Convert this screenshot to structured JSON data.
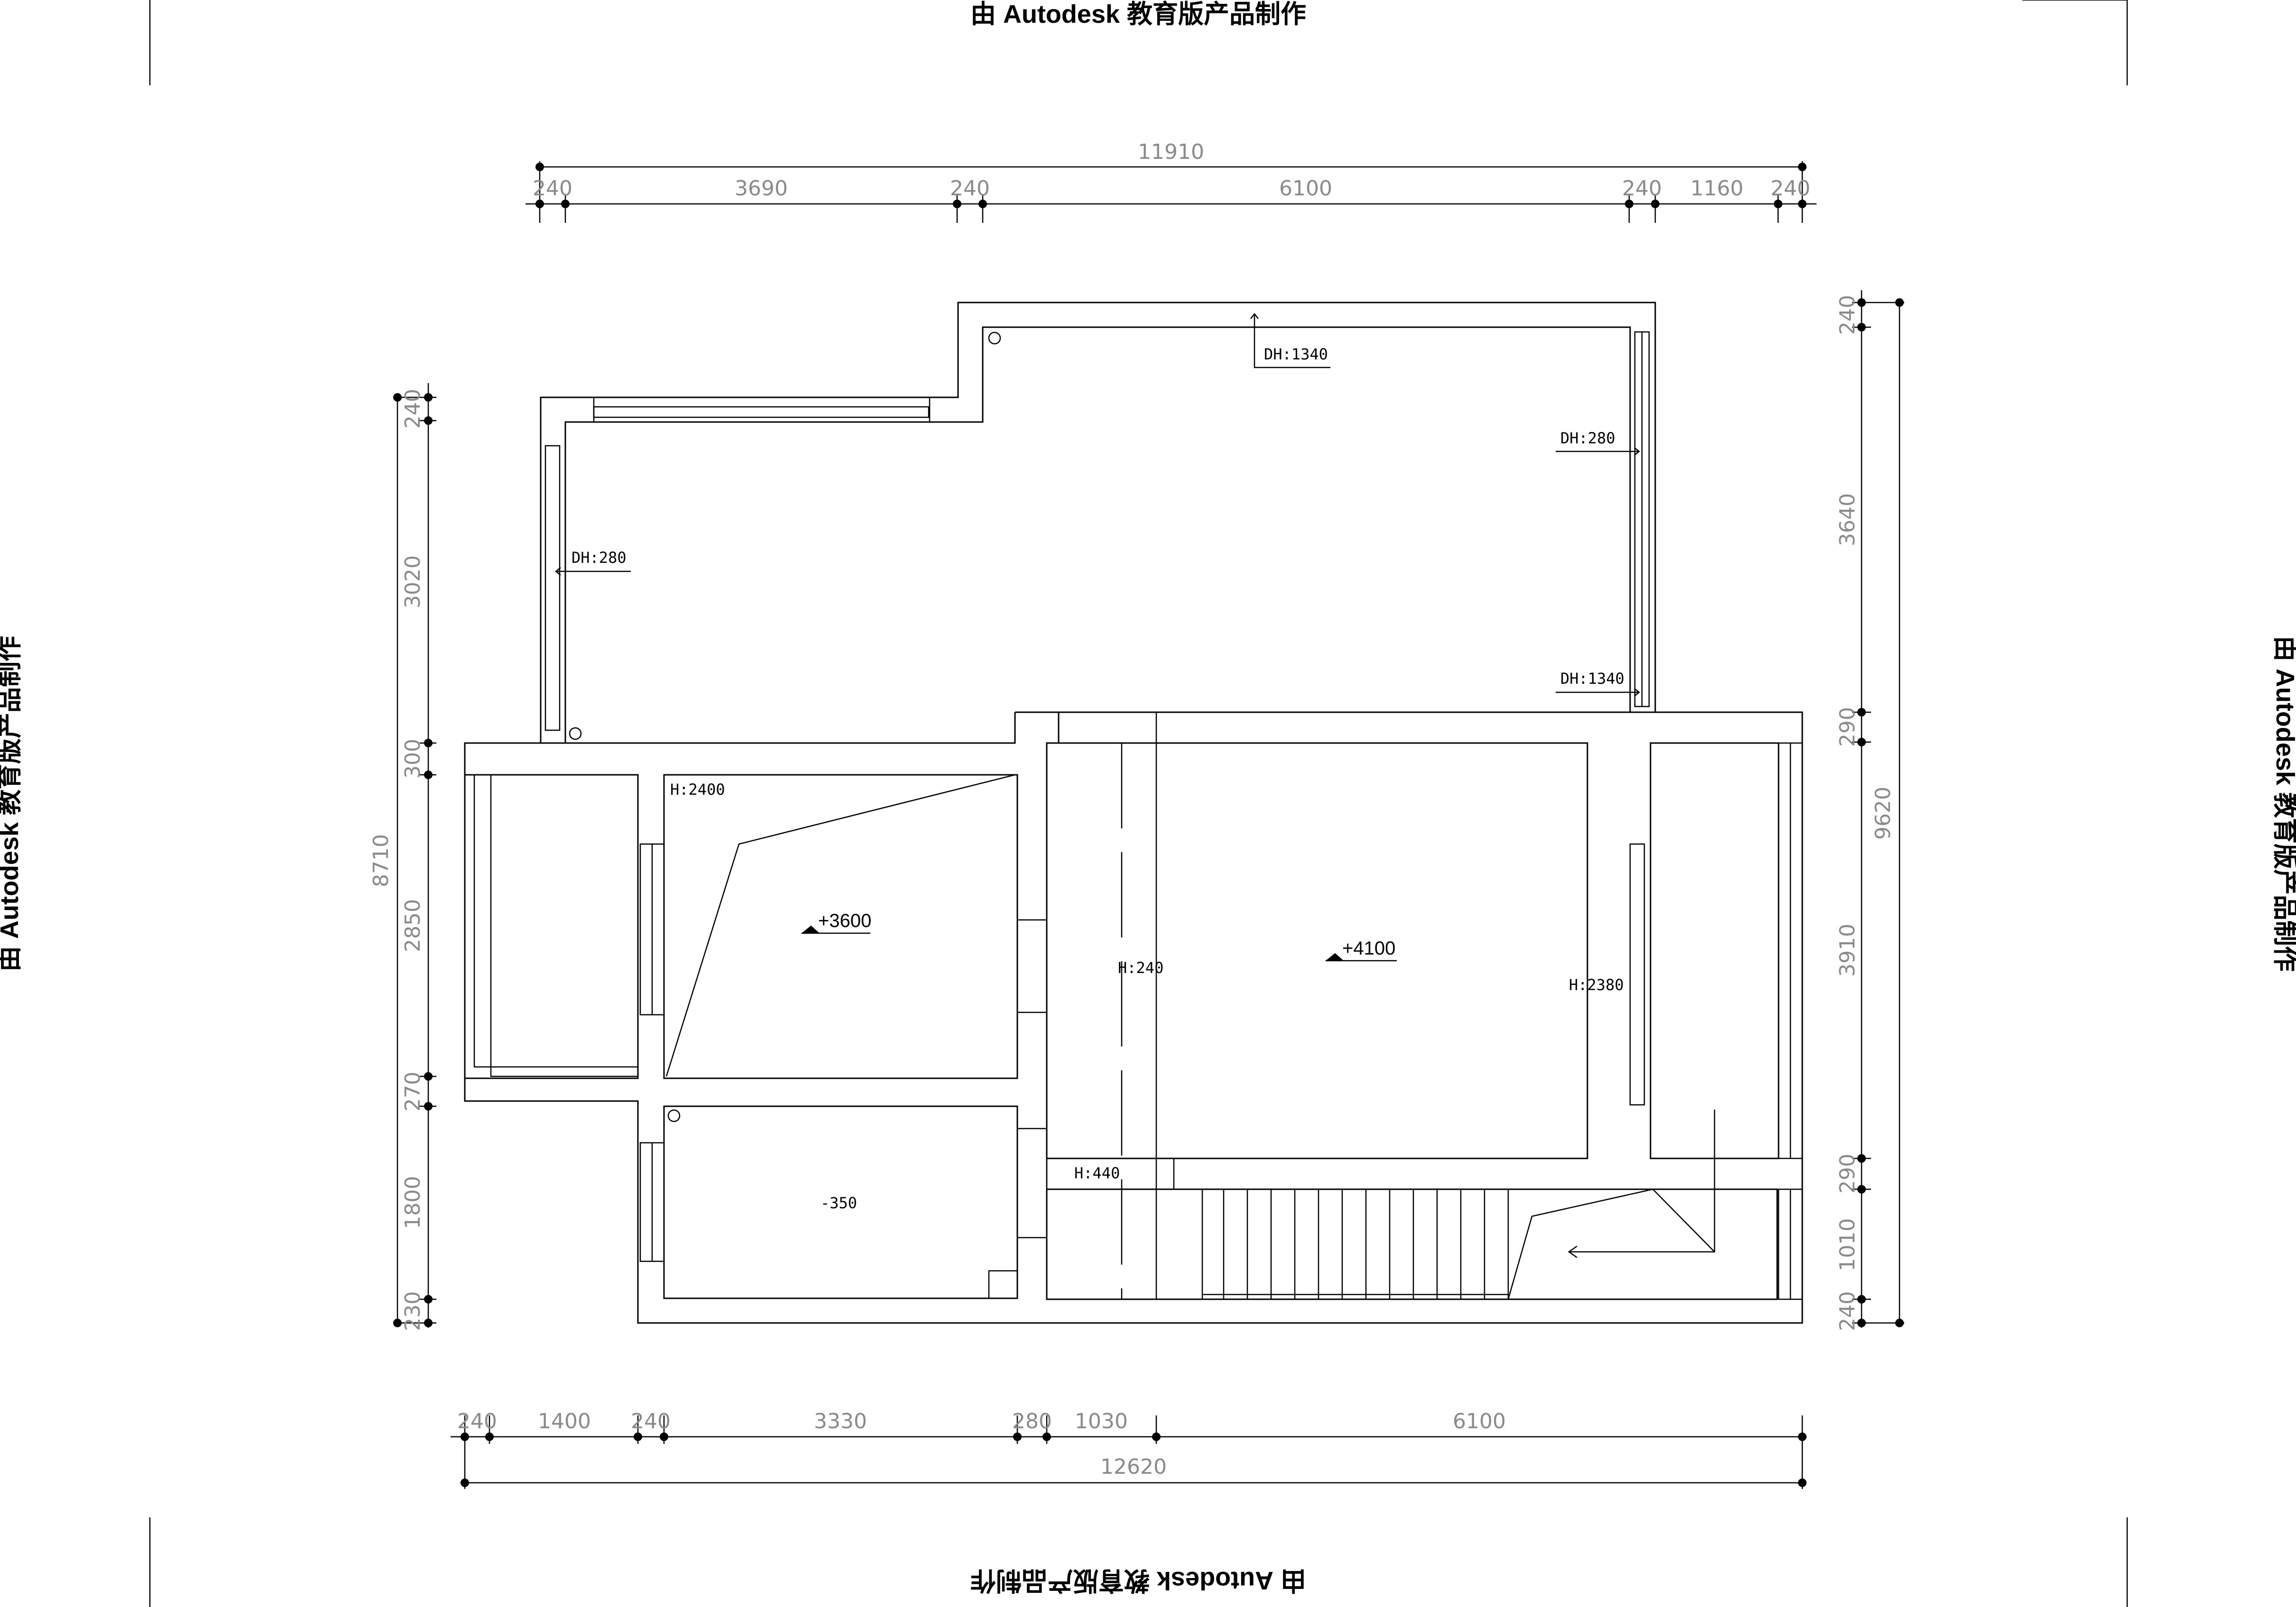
{
  "watermark": {
    "text": "由 Autodesk 教育版产品制作"
  },
  "dimensions": {
    "top_total": "11910",
    "top_segments": [
      "240",
      "3690",
      "240",
      "6100",
      "240",
      "1160",
      "240"
    ],
    "bottom_total": "12620",
    "bottom_segments": [
      "240",
      "1400",
      "240",
      "3330",
      "280",
      "1030",
      "6100"
    ],
    "left_total": "8710",
    "left_segments": [
      "240",
      "3020",
      "300",
      "2850",
      "270",
      "1800",
      "230"
    ],
    "right_total": "9620",
    "right_segments": [
      "240",
      "3640",
      "290",
      "3910",
      "290",
      "1010",
      "240"
    ]
  },
  "annotations": {
    "dh_top": "DH:1340",
    "dh_right_upper": "DH:280",
    "dh_left": "DH:280",
    "dh_right_lower": "DH:1340",
    "h_room1": "H:2400",
    "h_room_mid": "H:240",
    "h_room_right": "H:2380",
    "h_stair": "H:440"
  },
  "elevations": {
    "room1": "+3600",
    "main_room": "+4100",
    "lower_room": "-350"
  }
}
